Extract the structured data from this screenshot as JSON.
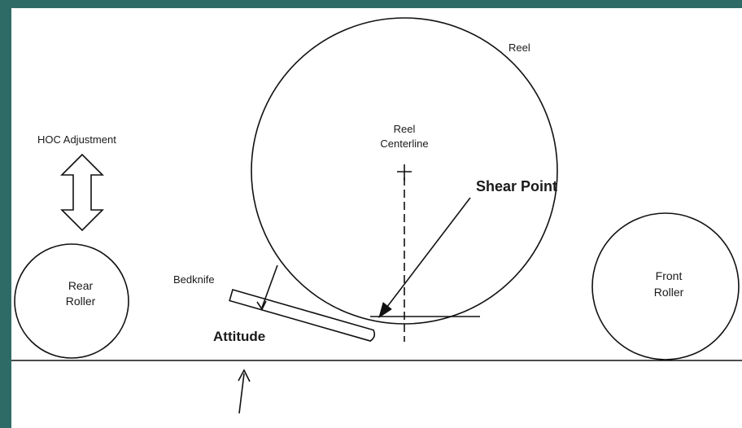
{
  "labels": {
    "reel": "Reel",
    "hoc": "HOC Adjustment",
    "reel_centerline_1": "Reel",
    "reel_centerline_2": "Centerline",
    "shear_point": "Shear Point",
    "bedknife": "Bedknife",
    "rear_roller_1": "Rear",
    "rear_roller_2": "Roller",
    "front_roller_1": "Front",
    "front_roller_2": "Roller",
    "attitude": "Attitude"
  },
  "colors": {
    "frame": "#2f6b66",
    "paper": "#ffffff",
    "ink": "#111111"
  }
}
